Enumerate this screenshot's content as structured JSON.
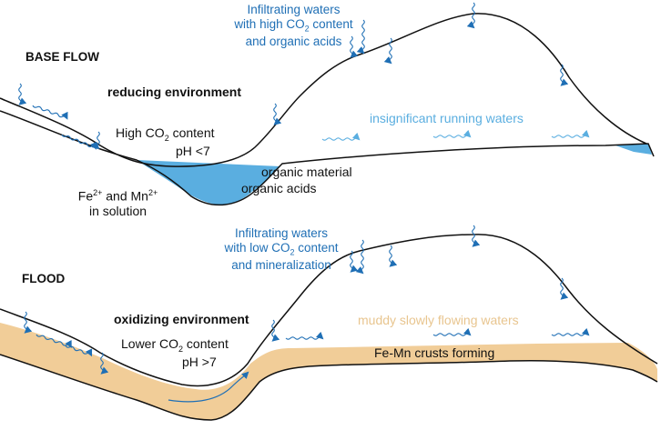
{
  "colors": {
    "water": "#5aaee0",
    "infiltration": "#1f6fb5",
    "sediment": "#f1cd98",
    "muddy_text": "#e8c58f",
    "outline": "#111111"
  },
  "base_flow": {
    "title": "BASE FLOW",
    "environment": "reducing environment",
    "infiltration": {
      "line1": "Infiltrating waters",
      "line2_prefix": "with high CO",
      "line2_sub": "2",
      "line2_suffix": " content",
      "line3": "and organic acids"
    },
    "running_waters": "insignificant running waters",
    "co2": {
      "prefix": "High CO",
      "sub": "2",
      "suffix": " content"
    },
    "ph": "pH <7",
    "organic_material": "organic material",
    "organic_acids": "organic acids",
    "ions": {
      "fe": "Fe",
      "fe_sup": "2+",
      "and": " and Mn",
      "mn_sup": "2+"
    },
    "in_solution": "in solution"
  },
  "flood": {
    "title": "FLOOD",
    "environment": "oxidizing environment",
    "infiltration": {
      "line1": "Infiltrating waters",
      "line2_prefix": "with low CO",
      "line2_sub": "2",
      "line2_suffix": " content",
      "line3": "and mineralization"
    },
    "muddy_waters": "muddy slowly flowing waters",
    "co2": {
      "prefix": "Lower CO",
      "sub": "2",
      "suffix": " content"
    },
    "ph": "pH >7",
    "crusts": "Fe-Mn crusts forming"
  }
}
